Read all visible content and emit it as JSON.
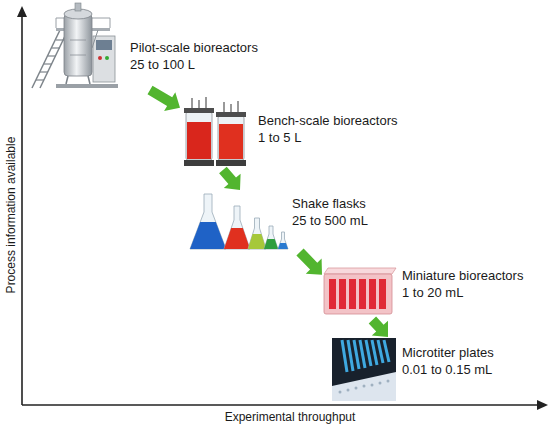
{
  "diagram": {
    "nodes": [
      {
        "text": [
          "Pilot-scale bioreactors",
          "25 to 100 L"
        ]
      },
      {
        "text": [
          "Bench-scale bioreactors",
          "1 to 5 L"
        ]
      },
      {
        "text": [
          "Shake flasks",
          "25 to 500 mL"
        ]
      },
      {
        "text": [
          "Miniature bioreactors",
          "1 to 20 mL"
        ]
      },
      {
        "text": [
          "Microtiter plates",
          "0.01 to 0.15 mL"
        ]
      }
    ],
    "edges": [
      {
        "from": 0,
        "to": 1,
        "arrow": "to"
      },
      {
        "from": 1,
        "to": 2,
        "arrow": "to"
      },
      {
        "from": 2,
        "to": 3,
        "arrow": "to"
      },
      {
        "from": 3,
        "to": 4,
        "arrow": "to"
      }
    ],
    "labels": [
      "Process information available",
      "Experimental throughput"
    ]
  }
}
